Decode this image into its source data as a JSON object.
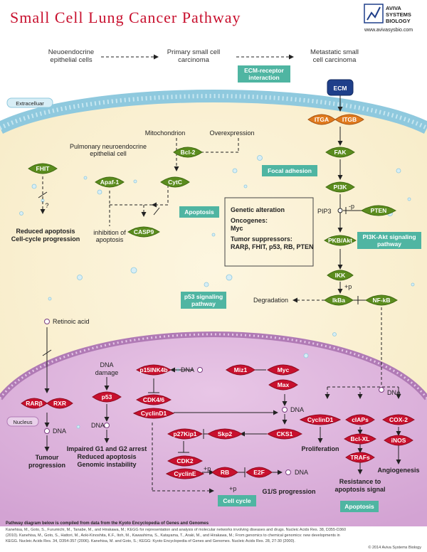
{
  "title": "Small Cell Lung Cancer Pathway",
  "brand": {
    "name_line1": "AVIVA",
    "name_line2": "SYSTEMS",
    "name_line3": "BIOLOGY",
    "url": "www.avivasysbio.com"
  },
  "progression": {
    "stage1_line1": "Neuoendocrine",
    "stage1_line2": "epithelial cells",
    "stage2_line1": "Primary small cell",
    "stage2_line2": "carcinoma",
    "stage3_line1": "Metastatic small",
    "stage3_line2": "cell carcinoma"
  },
  "compartments": {
    "extracellular": "Extracelluar",
    "nucleus": "Nucleus",
    "cell": "Pulmonary neuroendocrine",
    "cell2": "epithelial cell"
  },
  "labels": {
    "mitochondrion": "Mitochondrion",
    "overexpression": "Overexpression",
    "question": "?",
    "reduced_apoptosis": "Reduced apoptosis",
    "cell_cycle_progression": "Cell-cycle progression",
    "inhibition": "inhibition of",
    "inhibition2": "apoptosis",
    "pip3": "PIP3",
    "minus_p": "-p",
    "plus_p": "+p",
    "degradation": "Degradation",
    "retinoic": "Retinoic acid",
    "dna_damage1": "DNA",
    "dna_damage2": "damage",
    "dna": "DNA",
    "tumour1": "Tumour",
    "tumour2": "progression",
    "impaired1": "Impaired G1 and G2 arrest",
    "impaired2": "Reduced apoptosis",
    "impaired3": "Genomic instability",
    "proliferation": "Proliferation",
    "angiogenesis": "Angiogenesis",
    "resistance1": "Resistance to",
    "resistance2": "apoptosis signal",
    "g1s": "G1/S progression"
  },
  "genetic_box": {
    "heading": "Genetic alteration",
    "oncogenes": "Oncogenes:",
    "myc": "Myc",
    "suppressors": "Tumor suppressors:",
    "list": "RARβ, FHIT, p53, RB, PTEN"
  },
  "pathways": {
    "ecm_receptor1": "ECM-receptor",
    "ecm_receptor2": "interaction",
    "focal": "Focal adhesion",
    "apoptosis": "Apoptosis",
    "pi3k_akt1": "PI3K-Akt signaling",
    "pi3k_akt2": "pathway",
    "p53_1": "p53 signaling",
    "p53_2": "pathway",
    "cell_cycle": "Cell cycle",
    "apoptosis2": "Apoptosis"
  },
  "nodes": {
    "ecm": "ECM",
    "itga": "ITGA",
    "itgb": "ITGB",
    "fak": "FAK",
    "pi3k": "PI3K",
    "pten": "PTEN",
    "pkb": "PKB/Akt",
    "ikk": "IKK",
    "ikba": "IkBa",
    "nfkb": "NF-kB",
    "fhit": "FHIT",
    "bcl2": "Bcl-2",
    "apaf1": "Apaf-1",
    "cytc": "CytC",
    "casp9": "CASP9",
    "rarb": "RARβ",
    "rxr": "RXR",
    "p53": "p53",
    "p15": "p15INK4b",
    "miz1": "Miz1",
    "myc": "Myc",
    "max": "Max",
    "cdk46": "CDK4/6",
    "cyclind1": "CyclinD1",
    "p27": "p27Kip1",
    "skp2": "Skp2",
    "cks1": "CKS1",
    "cdk2": "CDK2",
    "cycline": "CyclinE",
    "rb": "RB",
    "e2f": "E2F",
    "cyclind1b": "CyclinD1",
    "ciaps": "cIAPs",
    "bclxl": "Bcl-XL",
    "trafs": "TRAFs",
    "cox2": "COX-2",
    "inos": "iNOS"
  },
  "footer": {
    "heading": "Pathway diagram below is compiled from data from the Kyoto Encyclopedia of Genes and Genomes",
    "ref1": "Kanehisa, M., Goto, S., Furumichi, M., Tanabe, M., and Hirakawa, M.; KEGG for representation and analysis of molecular networks involving diseases and drugs. Nucleic Acids Res. 38, D355-D360",
    "ref2": "(2010). Kanehisa, M., Goto, S., Hattori, M., Aoki-Kinoshita, K.F., Itoh, M., Kawashima, S., Katayama, T., Araki, M., and Hirakawa, M.; From genomics to chemical genomics: new developments in",
    "ref3": "KEGG. Nucleic Acids Res. 34, D354-357 (2006).   Kanehisa, M. and Goto, S.; KEGG: Kyoto Encyclopedia of Genes and Genomes. Nucleic Acids Res. 28, 27-30 (2000).",
    "copyright": "© 2014 Aviva Systems Biology"
  }
}
